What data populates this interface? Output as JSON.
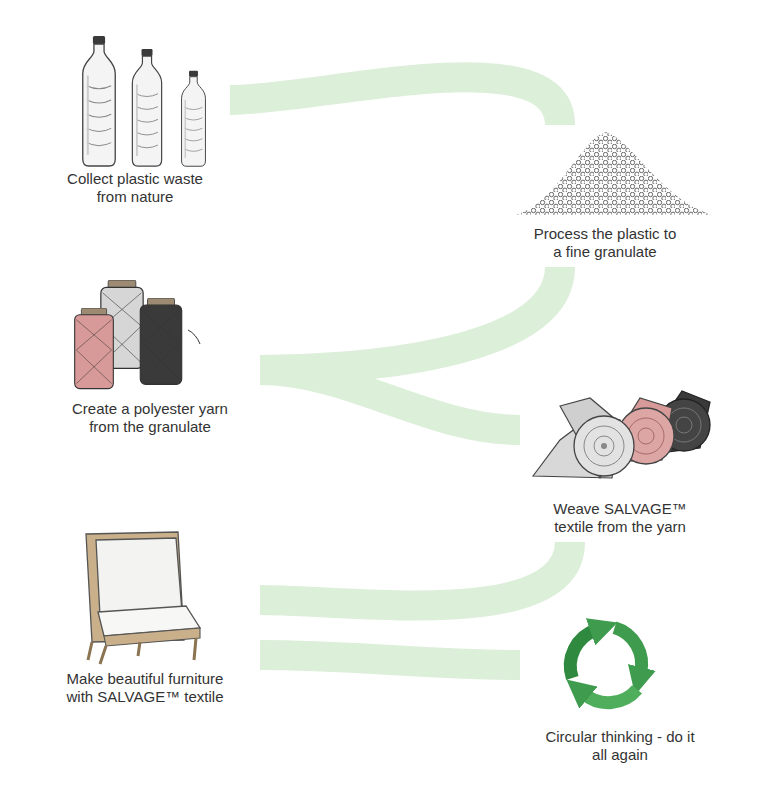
{
  "diagram": {
    "nodes": [
      {
        "text": [
          "Collect plastic waste from nature"
        ]
      },
      {
        "text": [
          "Process the plastic to a fine granulate"
        ]
      },
      {
        "text": [
          "Create a polyester yarn from the granulate"
        ]
      },
      {
        "text": [
          "Weave SALVAGE™ textile from the yarn"
        ]
      },
      {
        "text": [
          "Make beautiful furniture with SALVAGE™ textile"
        ]
      },
      {
        "text": [
          "Circular thinking - do it all again"
        ]
      }
    ],
    "edges": [
      {
        "from": 0,
        "to": 1,
        "arrow": "none"
      },
      {
        "from": 1,
        "to": 2,
        "arrow": "none"
      },
      {
        "from": 2,
        "to": 3,
        "arrow": "none"
      },
      {
        "from": 3,
        "to": 4,
        "arrow": "none"
      },
      {
        "from": 4,
        "to": 5,
        "arrow": "none"
      }
    ]
  }
}
